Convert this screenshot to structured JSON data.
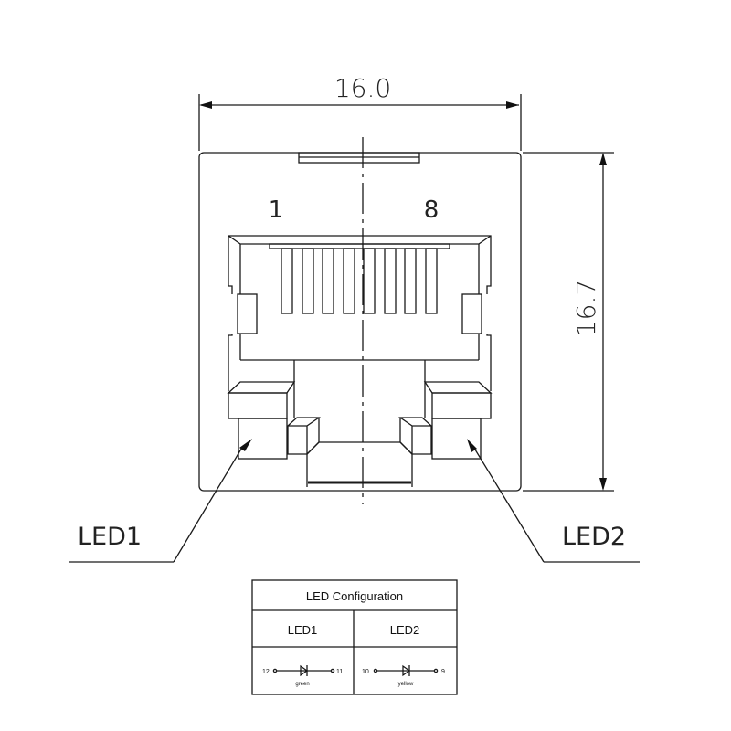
{
  "dimensions": {
    "width": "16.0",
    "height": "16.7"
  },
  "pin_labels": {
    "first": "1",
    "last": "8"
  },
  "callouts": {
    "led1": "LED1",
    "led2": "LED2"
  },
  "led_table": {
    "title": "LED Configuration",
    "columns": [
      {
        "header": "LED1",
        "pin_left": "12",
        "pin_right": "11",
        "color": "green"
      },
      {
        "header": "LED2",
        "pin_left": "10",
        "pin_right": "9",
        "color": "yellow"
      }
    ]
  }
}
